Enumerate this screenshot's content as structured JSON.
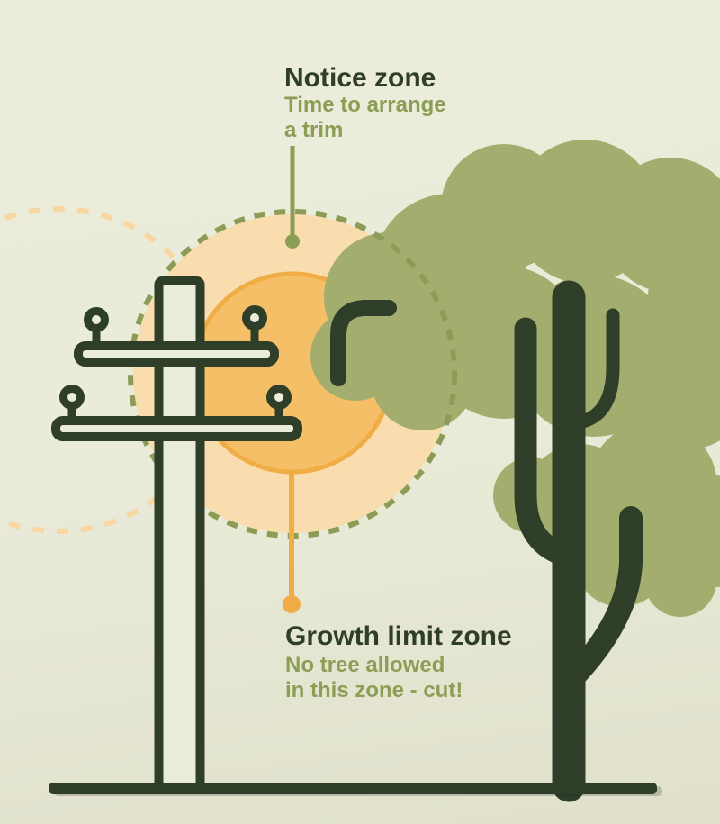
{
  "illustration": {
    "notice_zone": {
      "title": "Notice zone",
      "subtitle_line1": "Time to arrange",
      "subtitle_line2": "a trim"
    },
    "growth_limit_zone": {
      "title": "Growth limit zone",
      "subtitle_line1": "No tree allowed",
      "subtitle_line2": "in this zone - cut!"
    }
  },
  "colors": {
    "dark_green": "#2e3e28",
    "olive_text": "#8c9e55",
    "olive_dash": "#8c9c57",
    "foliage": "#a3ad6e",
    "peach_fill": "#f9ddae",
    "peach_dash": "#f8d7a3",
    "orange_fill": "#f4bf66",
    "orange_stroke": "#f0ad45",
    "pole_fill": "#eaecdc",
    "ground_shadow": "#1e2a1a"
  }
}
